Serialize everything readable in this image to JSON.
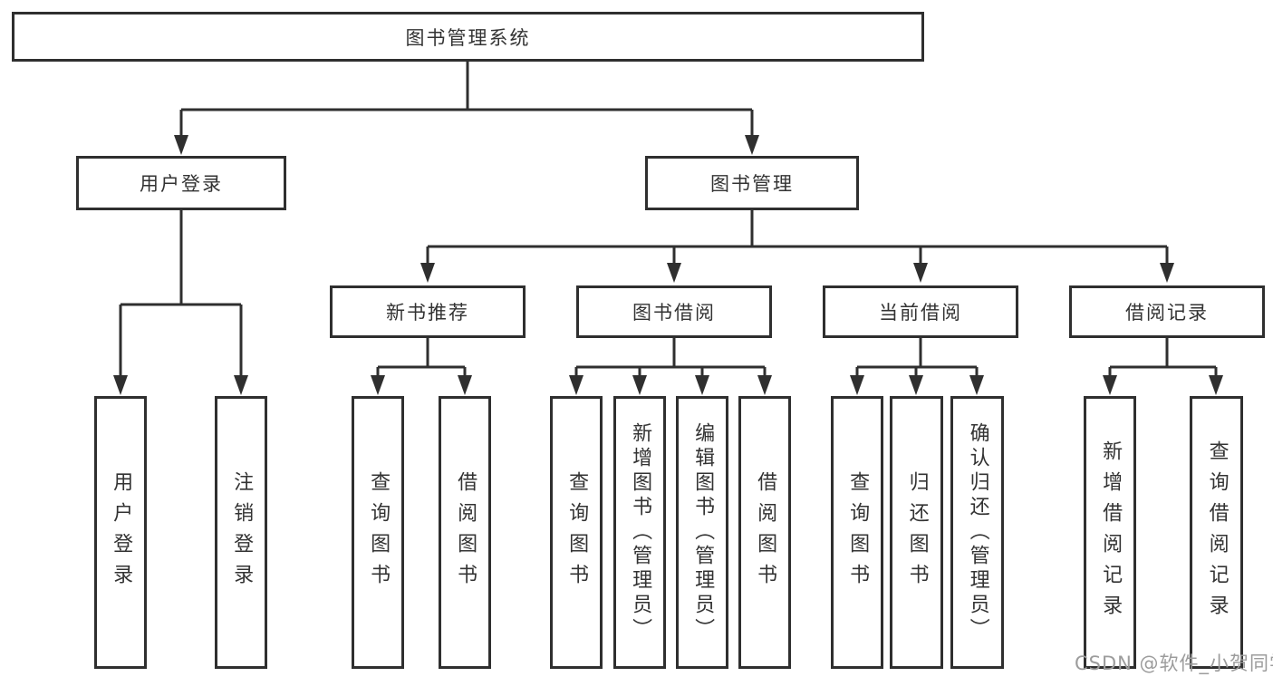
{
  "diagram_title": "图书管理系统",
  "tree": {
    "label": "图书管理系统",
    "children": [
      {
        "label": "用户登录",
        "children": [
          {
            "label": "用户登录"
          },
          {
            "label": "注销登录"
          }
        ]
      },
      {
        "label": "图书管理",
        "children": [
          {
            "label": "新书推荐",
            "children": [
              {
                "label": "查询图书"
              },
              {
                "label": "借阅图书"
              }
            ]
          },
          {
            "label": "图书借阅",
            "children": [
              {
                "label": "查询图书"
              },
              {
                "label": "新增图书（管理员）"
              },
              {
                "label": "编辑图书（管理员）"
              },
              {
                "label": "借阅图书"
              }
            ]
          },
          {
            "label": "当前借阅",
            "children": [
              {
                "label": "查询图书"
              },
              {
                "label": "归还图书"
              },
              {
                "label": "确认归还（管理员）"
              }
            ]
          },
          {
            "label": "借阅记录",
            "children": [
              {
                "label": "新增借阅记录"
              },
              {
                "label": "查询借阅记录"
              }
            ]
          }
        ]
      }
    ]
  },
  "watermark": {
    "text": "CSDN @软件_小贺同学",
    "color": "#9c9c9c"
  },
  "colors": {
    "line": "#2f2f2f",
    "border": "#2f2f2f",
    "text": "#333333",
    "background": "#ffffff"
  }
}
